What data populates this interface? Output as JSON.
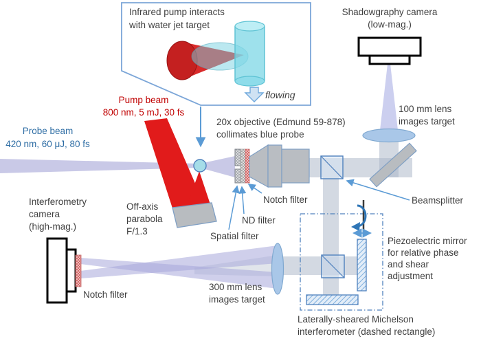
{
  "figure": {
    "inset": {
      "line1": "Infrared pump interacts",
      "line2": "with water jet target",
      "flowing": "flowing"
    },
    "labels": {
      "shadowgraphy_1": "Shadowgraphy camera",
      "shadowgraphy_2": "(low-mag.)",
      "pump_1": "Pump beam",
      "pump_2": "800 nm, 5 mJ, 30 fs",
      "probe_1": "Probe beam",
      "probe_2": "420 nm, 60 μJ, 80 fs",
      "objective_1": "20x objective (Edmund 59-878)",
      "objective_2": "collimates blue probe",
      "lens100_1": "100 mm lens",
      "lens100_2": "images target",
      "beamsplitter": "Beamsplitter",
      "notch_obj": "Notch filter",
      "nd": "ND filter",
      "spatial": "Spatial filter",
      "offaxis_1": "Off-axis",
      "offaxis_2": "parabola",
      "offaxis_3": "F/1.3",
      "interf_1": "Interferometry",
      "interf_2": "camera",
      "interf_3": "(high-mag.)",
      "notch_cam": "Notch filter",
      "lens300_1": "300 mm lens",
      "lens300_2": "images target",
      "piezo_1": "Piezoelectric mirror",
      "piezo_2": "for relative phase",
      "piezo_3": "and shear",
      "piezo_4": "adjustment",
      "michelson_1": "Laterally-sheared Michelson",
      "michelson_2": "interferometer (dashed rectangle)"
    },
    "colors": {
      "pump_red": "#e11b1b",
      "pump_text": "#c00000",
      "probe_text": "#2e6da4",
      "probe_beam_lavender": "#b9b9e0",
      "gray_beam": "#b6c0cf",
      "component_blue": "#4f81bd",
      "water_jet_cyan": "#7fd9e8"
    }
  }
}
